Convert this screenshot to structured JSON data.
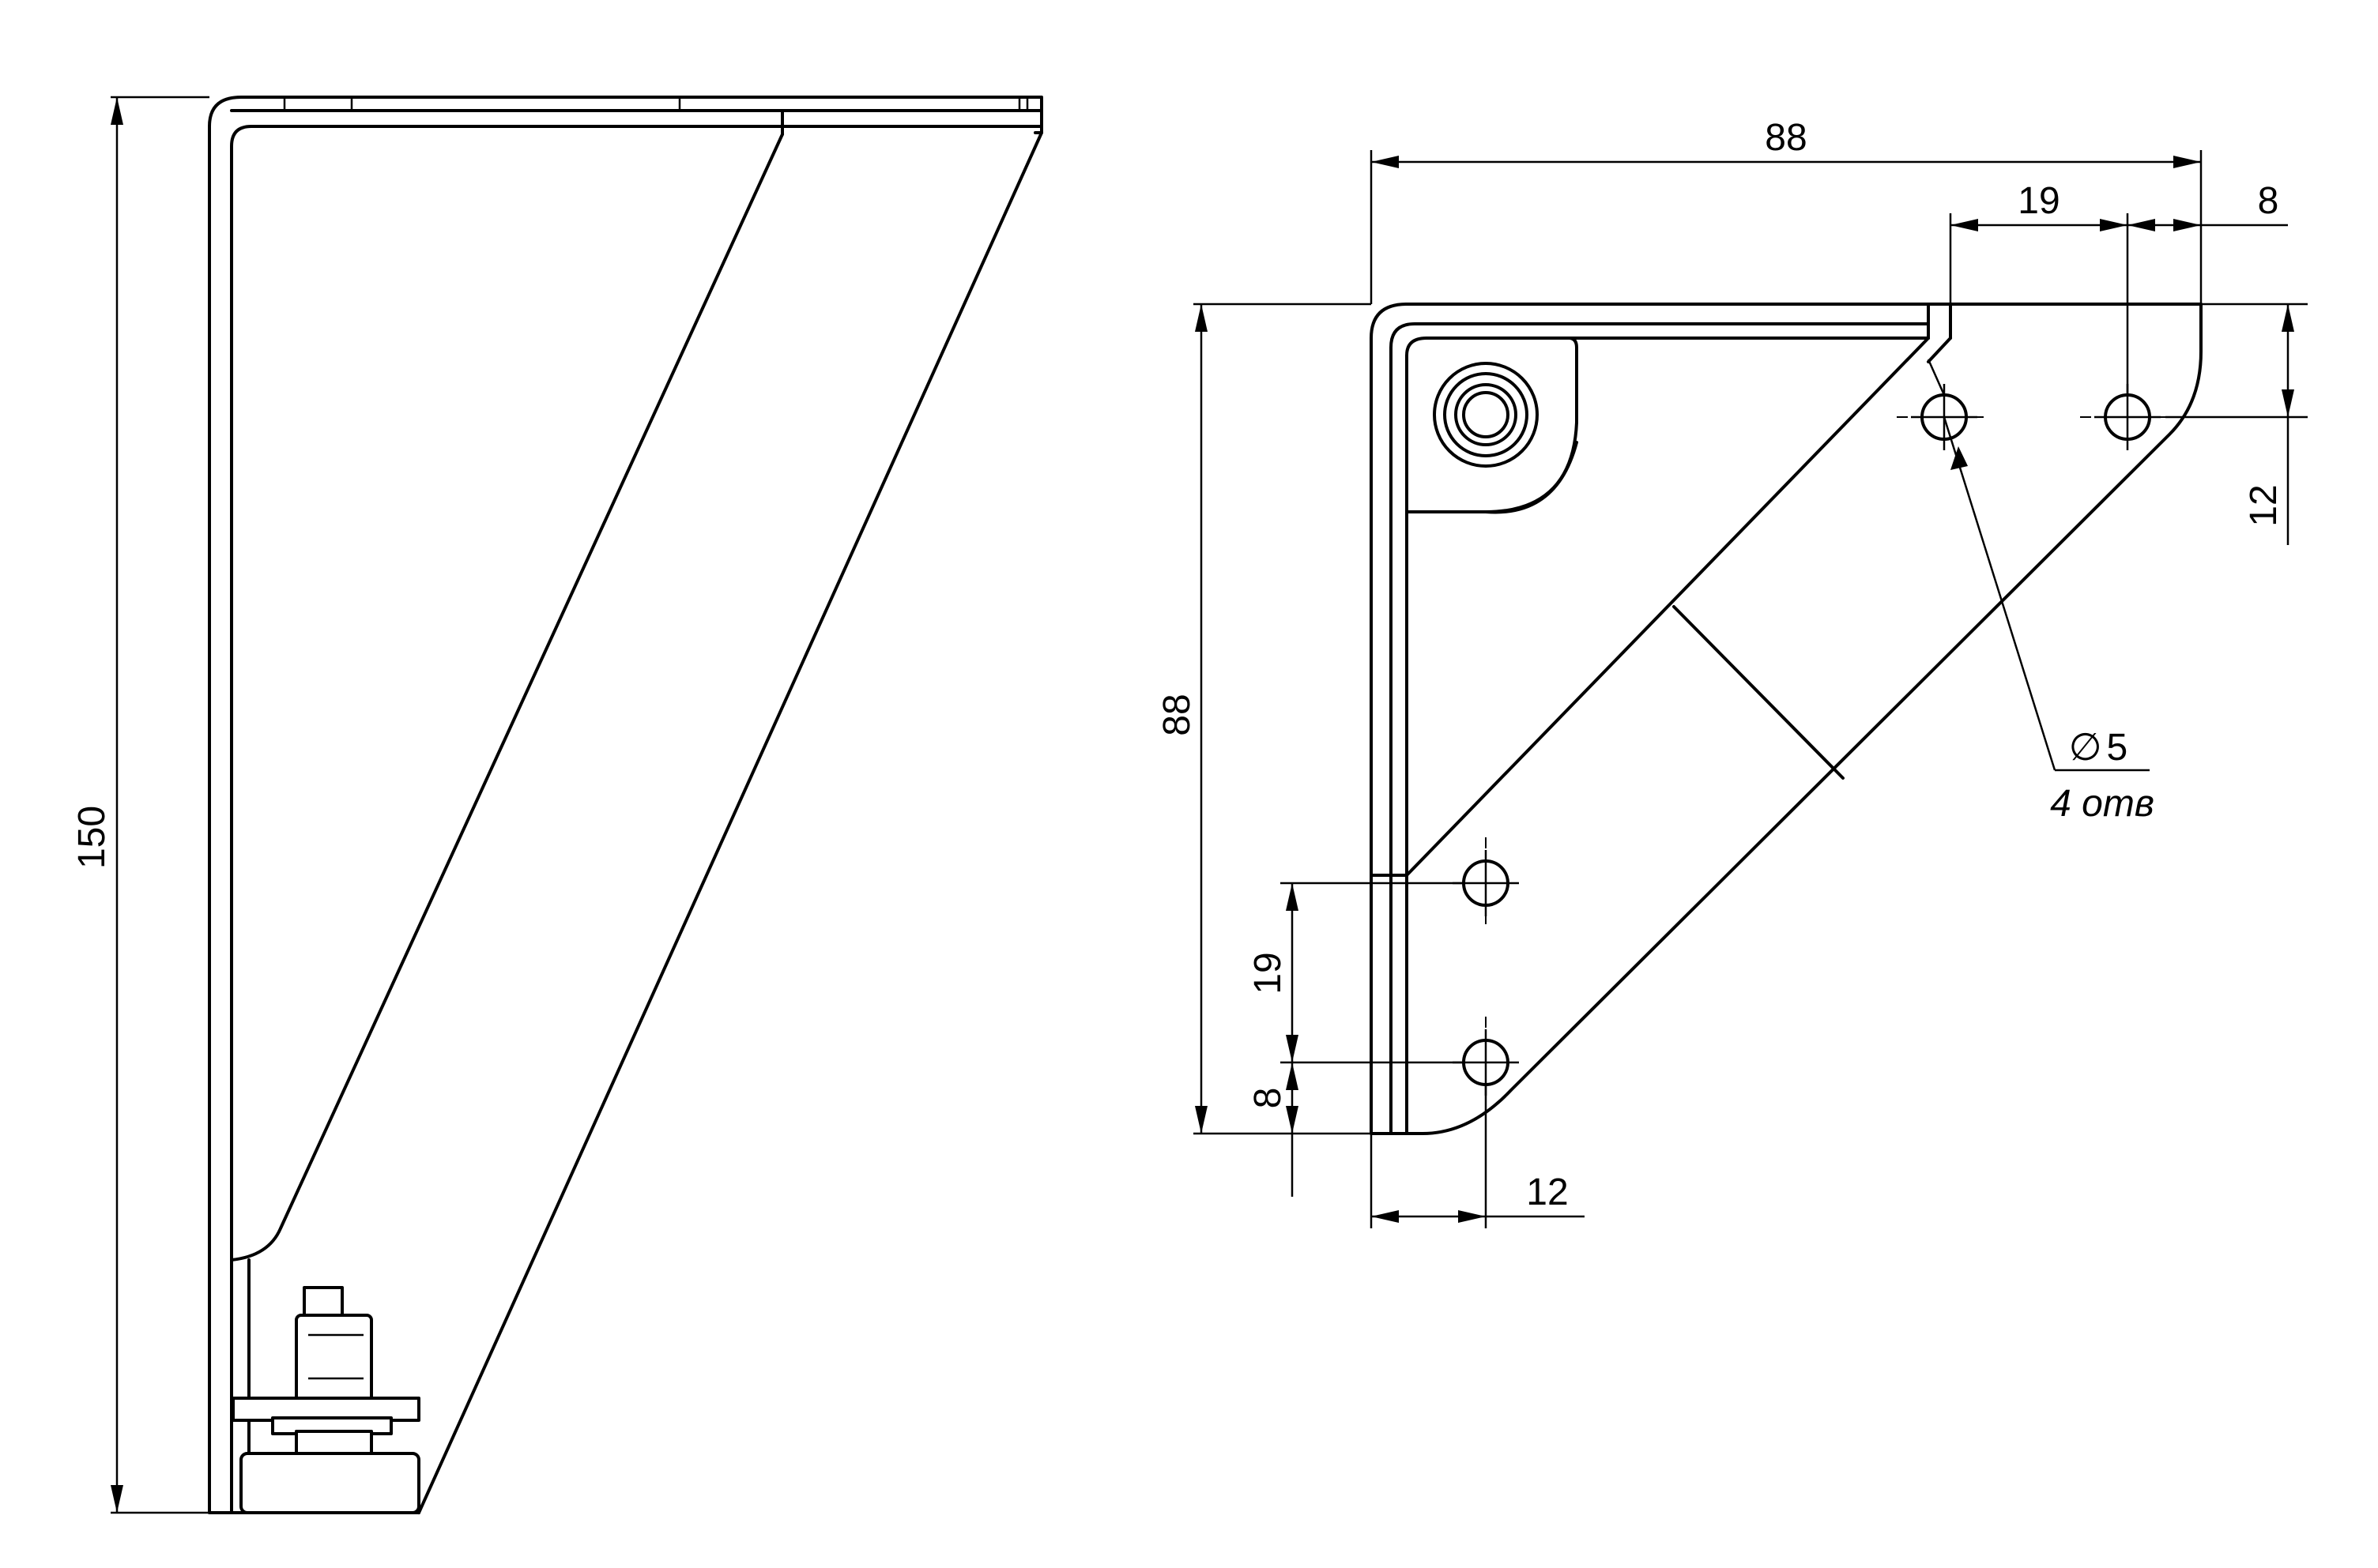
{
  "dimensions": {
    "side_height": "150",
    "front_width": "88",
    "front_height": "88",
    "top_hole_spacing": "19",
    "top_edge_offset": "8",
    "top_hole_drop": "12",
    "left_hole_spacing": "19",
    "left_edge_offset": "8",
    "left_hole_inset": "12"
  },
  "hole_note": {
    "diameter_symbol": "∅",
    "diameter": "5",
    "count_label": "4 отв"
  }
}
